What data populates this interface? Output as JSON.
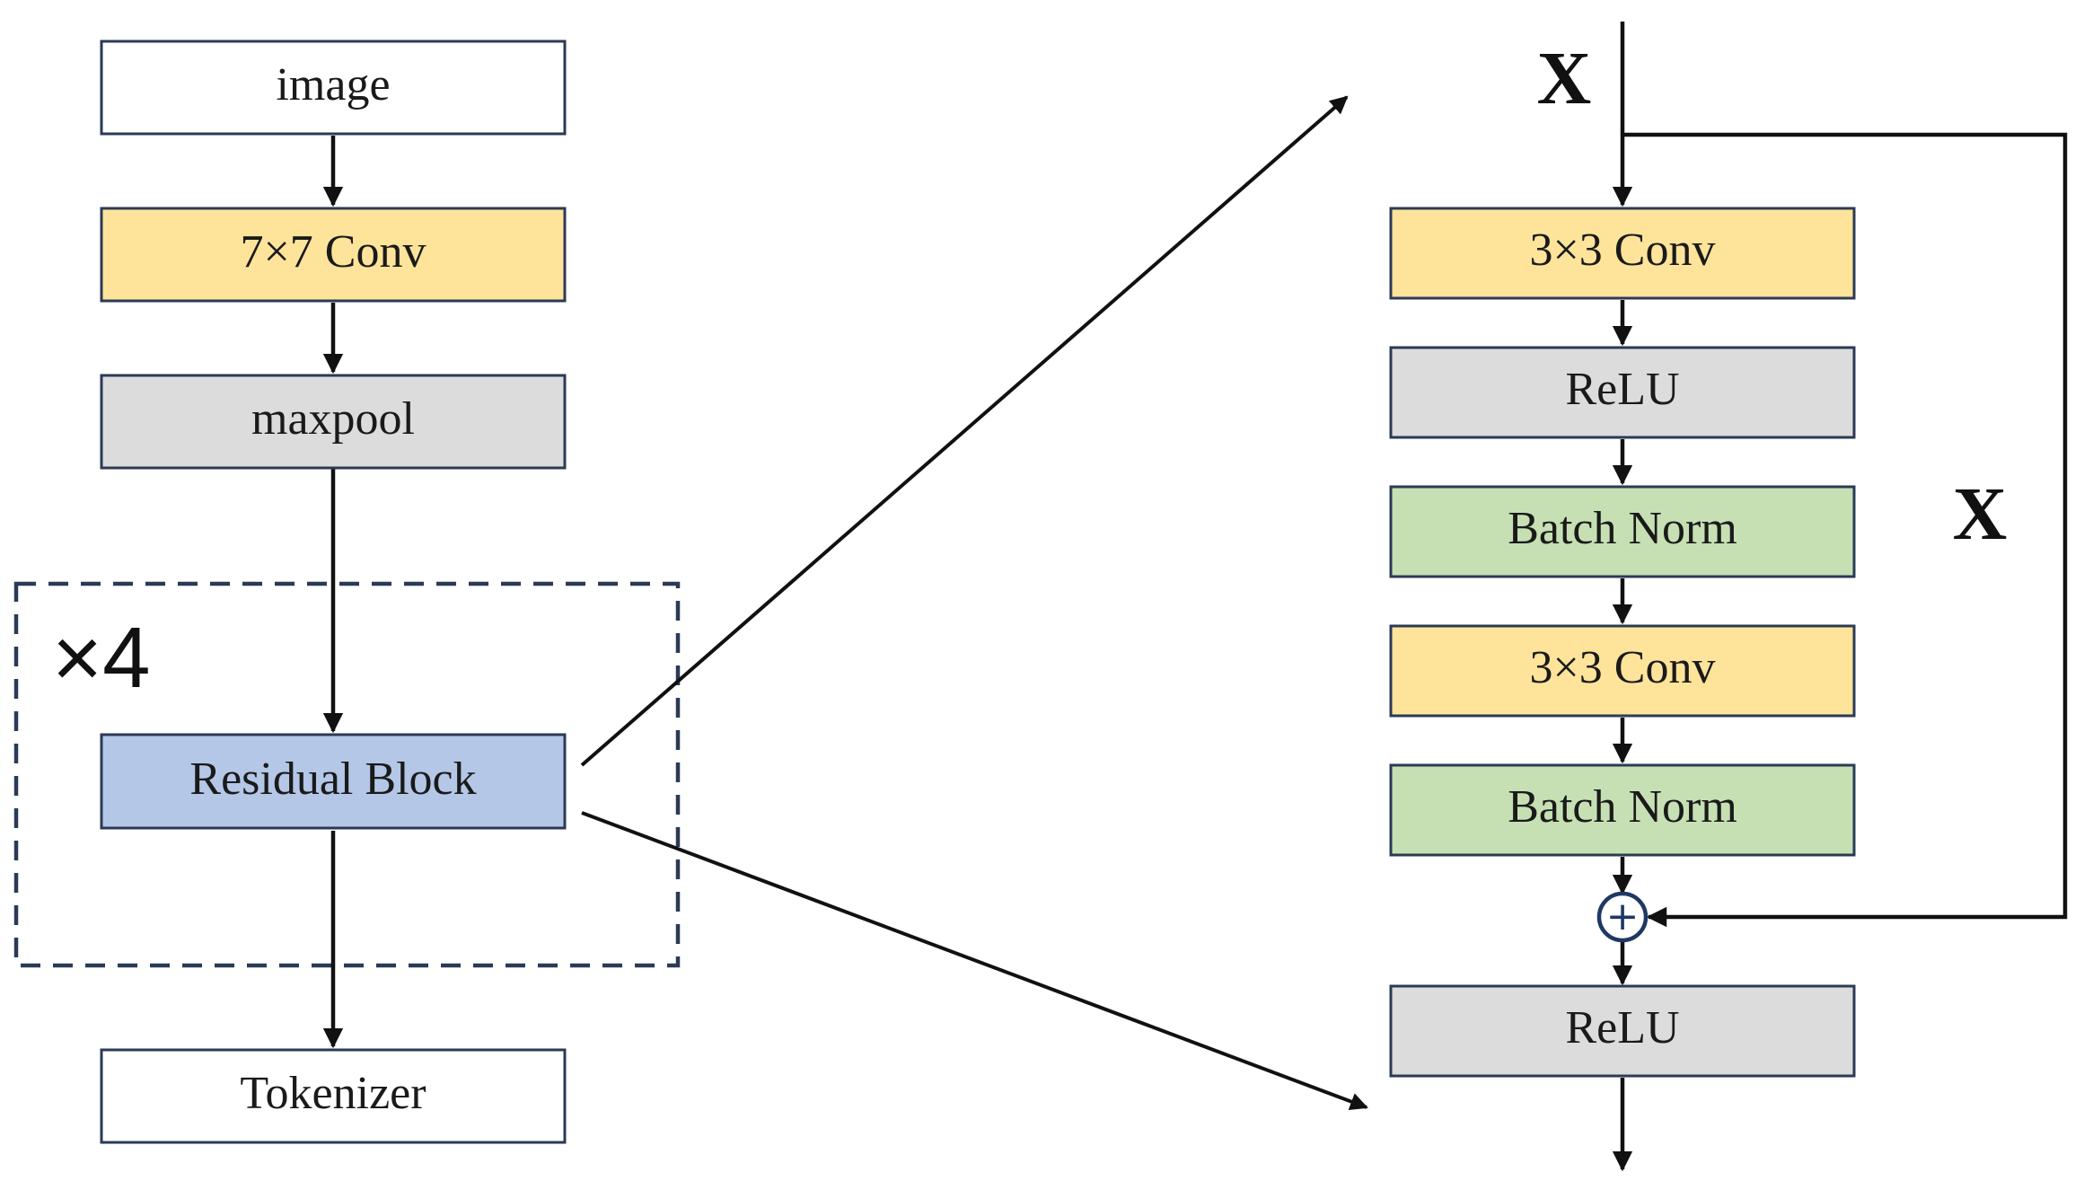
{
  "colors": {
    "conv": "#fde49a",
    "pool_relu": "#dcdcdc",
    "norm": "#c6e0b4",
    "residual": "#b4c7e7",
    "plain": "#ffffff",
    "border": "#2b3a55",
    "dashed_group": "#2b3a55"
  },
  "left_column": {
    "boxes": [
      {
        "id": "image",
        "label": "image",
        "color": "plain"
      },
      {
        "id": "conv7",
        "label": "7×7 Conv",
        "color": "conv"
      },
      {
        "id": "maxpool",
        "label": "maxpool",
        "color": "pool_relu"
      },
      {
        "id": "residual",
        "label": "Residual Block",
        "color": "residual"
      },
      {
        "id": "tokenizer",
        "label": "Tokenizer",
        "color": "plain"
      }
    ],
    "repeat_group": {
      "label": "×4"
    }
  },
  "right_column": {
    "input_label": "X",
    "skip_label": "X",
    "boxes": [
      {
        "id": "conv3a",
        "label": "3×3 Conv",
        "color": "conv"
      },
      {
        "id": "relu1",
        "label": "ReLU",
        "color": "pool_relu"
      },
      {
        "id": "bn1",
        "label": "Batch Norm",
        "color": "norm"
      },
      {
        "id": "conv3b",
        "label": "3×3 Conv",
        "color": "conv"
      },
      {
        "id": "bn2",
        "label": "Batch Norm",
        "color": "norm"
      },
      {
        "id": "relu2",
        "label": "ReLU",
        "color": "pool_relu"
      }
    ],
    "adder_symbol": "+"
  }
}
